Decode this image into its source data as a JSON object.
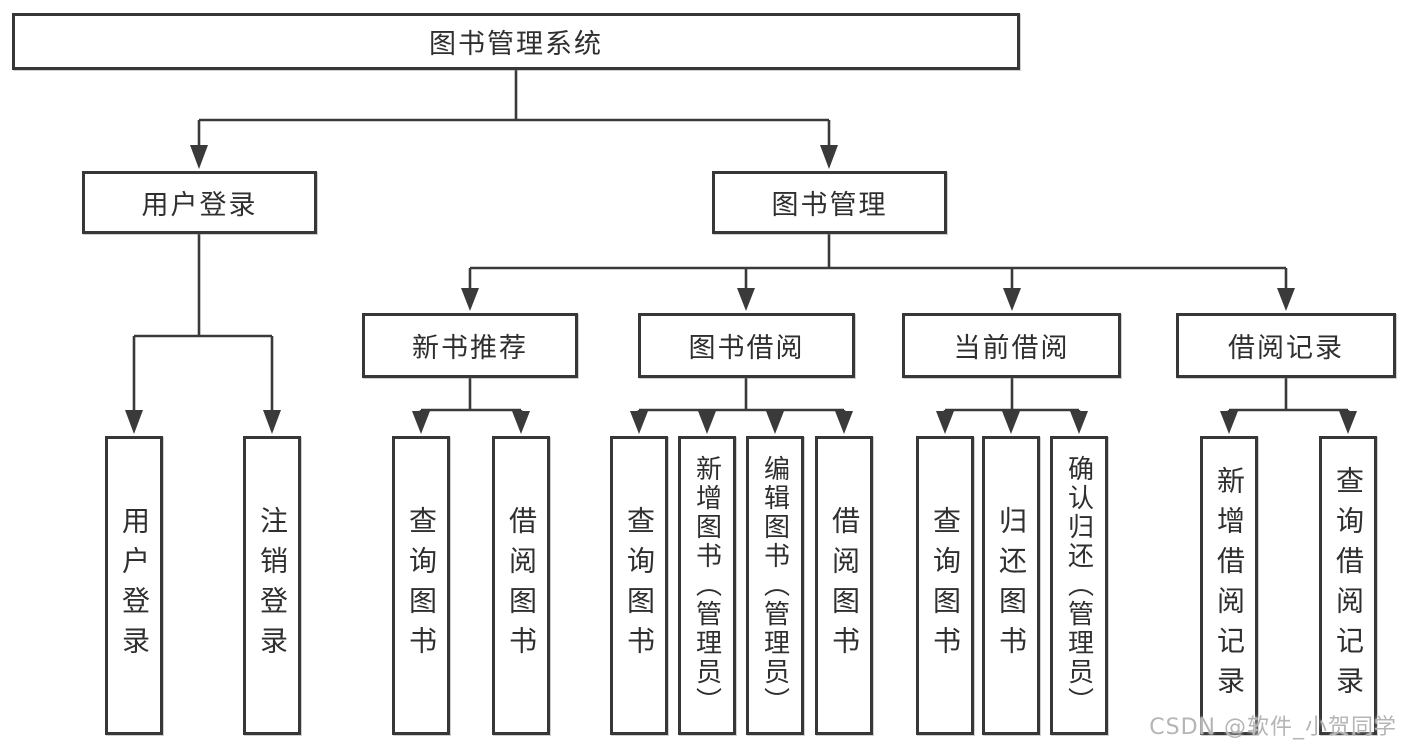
{
  "diagram": {
    "type": "hierarchy-tree",
    "nodes": {
      "root": {
        "label": "图书管理系统"
      },
      "user_login": {
        "label": "用户登录"
      },
      "book_mgmt": {
        "label": "图书管理"
      },
      "new_book_rec": {
        "label": "新书推荐"
      },
      "book_borrow": {
        "label": "图书借阅"
      },
      "current_borrow": {
        "label": "当前借阅"
      },
      "borrow_record": {
        "label": "借阅记录"
      },
      "leaf_user_login": {
        "label": "用户登录"
      },
      "leaf_logout": {
        "label": "注销登录"
      },
      "leaf_rec_query_book": {
        "label": "查询图书"
      },
      "leaf_rec_borrow_book": {
        "label": "借阅图书"
      },
      "leaf_bb_query_book": {
        "label": "查询图书"
      },
      "leaf_bb_add_book": {
        "label": "新增图书（管理员）"
      },
      "leaf_bb_edit_book": {
        "label": "编辑图书（管理员）"
      },
      "leaf_bb_borrow_book": {
        "label": "借阅图书"
      },
      "leaf_cb_query_book": {
        "label": "查询图书"
      },
      "leaf_cb_return_book": {
        "label": "归还图书"
      },
      "leaf_cb_confirm_return": {
        "label": "确认归还（管理员）"
      },
      "leaf_br_add_record": {
        "label": "新增借阅记录"
      },
      "leaf_br_query_record": {
        "label": "查询借阅记录"
      }
    },
    "edges": [
      {
        "from": "root",
        "to": "user_login"
      },
      {
        "from": "root",
        "to": "book_mgmt"
      },
      {
        "from": "user_login",
        "to": "leaf_user_login"
      },
      {
        "from": "user_login",
        "to": "leaf_logout"
      },
      {
        "from": "book_mgmt",
        "to": "new_book_rec"
      },
      {
        "from": "book_mgmt",
        "to": "book_borrow"
      },
      {
        "from": "book_mgmt",
        "to": "current_borrow"
      },
      {
        "from": "book_mgmt",
        "to": "borrow_record"
      },
      {
        "from": "new_book_rec",
        "to": "leaf_rec_query_book"
      },
      {
        "from": "new_book_rec",
        "to": "leaf_rec_borrow_book"
      },
      {
        "from": "book_borrow",
        "to": "leaf_bb_query_book"
      },
      {
        "from": "book_borrow",
        "to": "leaf_bb_add_book"
      },
      {
        "from": "book_borrow",
        "to": "leaf_bb_edit_book"
      },
      {
        "from": "book_borrow",
        "to": "leaf_bb_borrow_book"
      },
      {
        "from": "current_borrow",
        "to": "leaf_cb_query_book"
      },
      {
        "from": "current_borrow",
        "to": "leaf_cb_return_book"
      },
      {
        "from": "current_borrow",
        "to": "leaf_cb_confirm_return"
      },
      {
        "from": "borrow_record",
        "to": "leaf_br_add_record"
      },
      {
        "from": "borrow_record",
        "to": "leaf_br_query_record"
      }
    ],
    "colors": {
      "line": "#3a3a3a",
      "box_border": "#373737",
      "text": "#2f2f2f",
      "background": "#ffffff"
    }
  },
  "watermark": {
    "text": "CSDN @软件_小贺同学",
    "color": "#b5b5b5"
  }
}
